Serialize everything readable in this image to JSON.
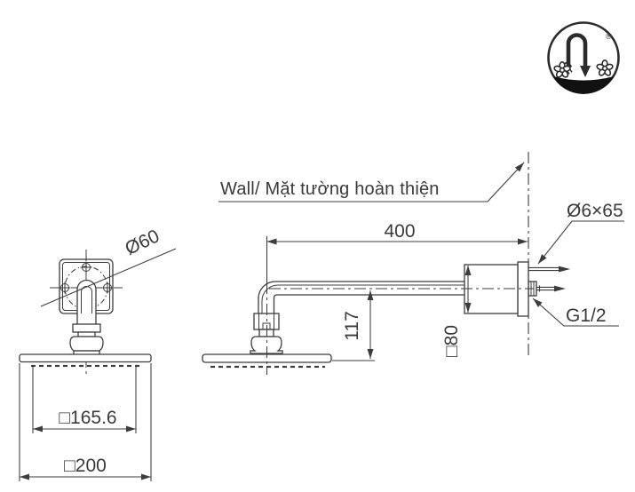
{
  "meta": {
    "type": "technical-installation-drawing",
    "subject": "wall-mounted rain shower head, front and side views",
    "background": "#ffffff",
    "line_color": "#3c3c3c"
  },
  "labels": {
    "wall": "Wall/ Mặt tường hoàn thiện",
    "arm_length": "400",
    "head_drop": "117",
    "screw_spec": "Ø6×65",
    "thread_spec": "G1/2",
    "flange_size": "□80",
    "escutcheon_circle": "Ø60",
    "spray_face_size": "□165.6",
    "head_size": "□200",
    "registered": "®"
  }
}
